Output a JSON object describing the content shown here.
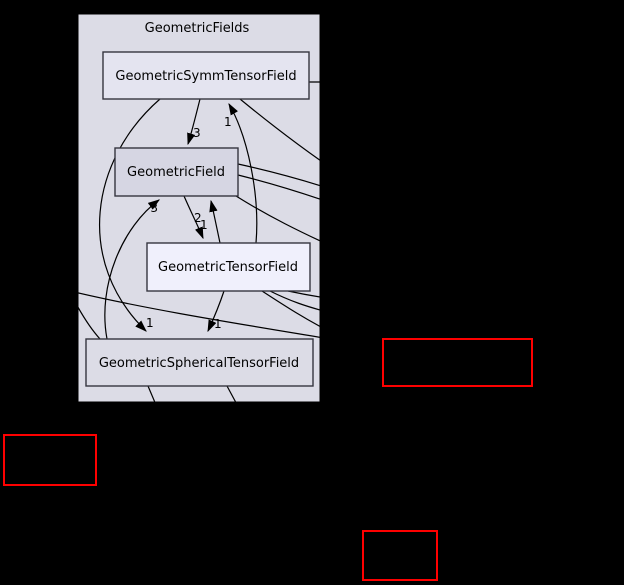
{
  "diagram": {
    "cluster": {
      "label": "GeometricFields"
    },
    "nodes": [
      {
        "label": "GeometricSymmTensorField",
        "fill": "#e4e4f0"
      },
      {
        "label": "GeometricField",
        "fill": "#d6d6e3"
      },
      {
        "label": "GeometricTensorField",
        "fill": "#f0f0fc"
      },
      {
        "label": "GeometricSphericalTensorField",
        "fill": "#dcdce6"
      }
    ],
    "edges": [
      {
        "from": "GeometricSymmTensorField",
        "to": "GeometricField",
        "label": "3"
      },
      {
        "from": "GeometricTensorField",
        "to": "GeometricSymmTensorField",
        "label": "1"
      },
      {
        "from": "GeometricSphericalTensorField",
        "to": "GeometricField",
        "label": "3"
      },
      {
        "from": "GeometricField",
        "to": "GeometricTensorField",
        "label": "2"
      },
      {
        "from": "GeometricTensorField",
        "to": "GeometricField",
        "label": "1"
      },
      {
        "from": "GeometricSymmTensorField",
        "to": "GeometricSphericalTensorField",
        "label": "1"
      },
      {
        "from": "GeometricTensorField",
        "to": "GeometricSphericalTensorField",
        "label": "1"
      }
    ],
    "external_nodes": [
      {
        "position": "middle-right",
        "label": ""
      },
      {
        "position": "bottom-left",
        "label": ""
      },
      {
        "position": "bottom-center",
        "label": ""
      }
    ],
    "colors": {
      "background": "#000000",
      "cluster_fill": "#dcdce6",
      "cluster_border": "#000000",
      "node_border": "#35353f",
      "edge": "#000000",
      "external_border": "#fe0000"
    }
  }
}
